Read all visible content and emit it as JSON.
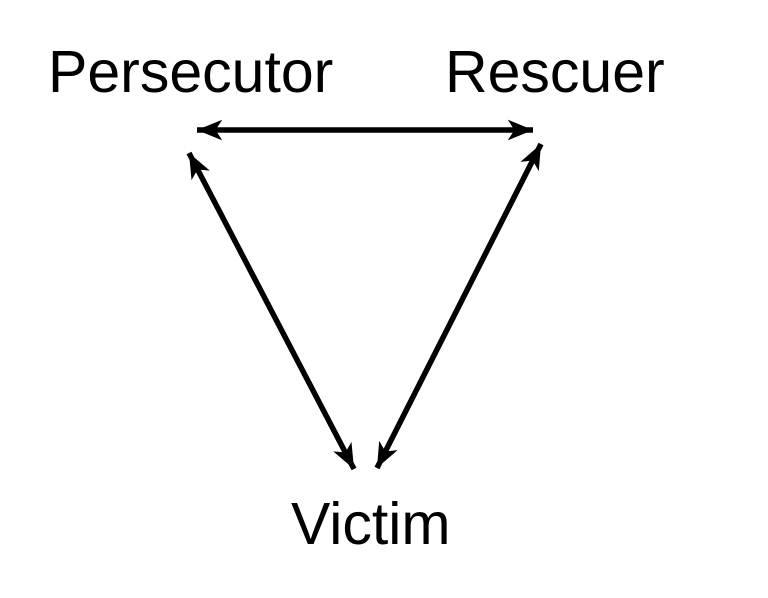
{
  "diagram": {
    "nodes": [
      {
        "id": "persecutor",
        "label": "Persecutor"
      },
      {
        "id": "rescuer",
        "label": "Rescuer"
      },
      {
        "id": "victim",
        "label": "Victim"
      }
    ],
    "edges": [
      {
        "from": "persecutor",
        "to": "rescuer",
        "bidirectional": true
      },
      {
        "from": "persecutor",
        "to": "victim",
        "bidirectional": true
      },
      {
        "from": "rescuer",
        "to": "victim",
        "bidirectional": true
      }
    ],
    "colors": {
      "line": "#000000",
      "text": "#000000",
      "background": "#ffffff"
    }
  }
}
